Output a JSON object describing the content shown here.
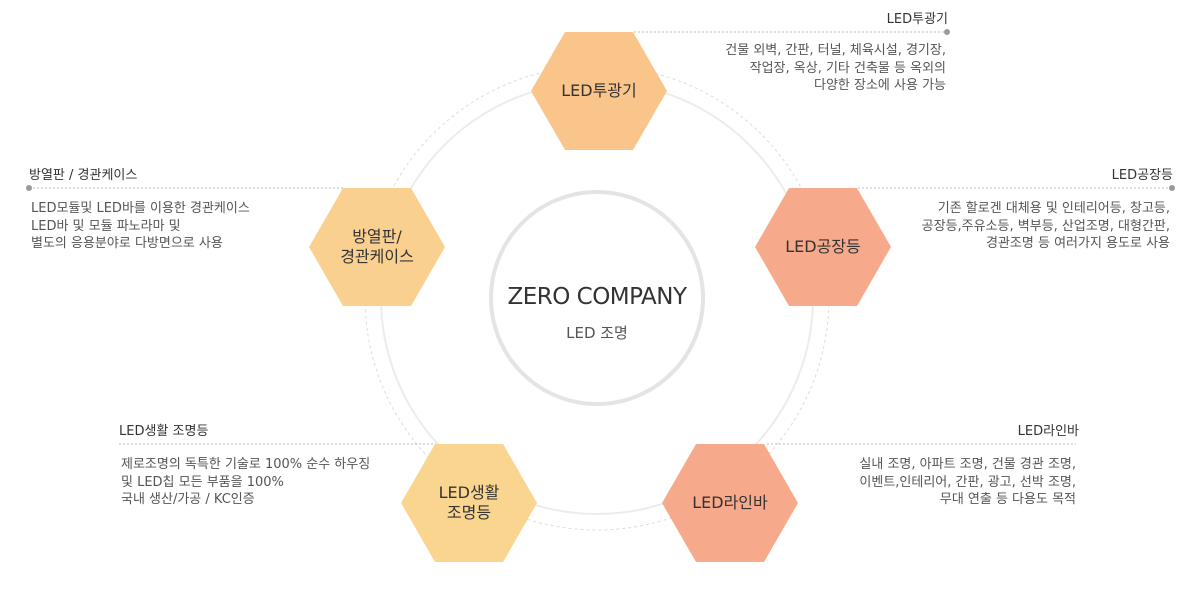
{
  "center": {
    "title": "ZERO COMPANY",
    "subtitle": "LED 조명"
  },
  "items": [
    {
      "hex_label": "LED투광기",
      "title": "LED투광기",
      "description": "건물 외벽, 간판, 터널, 체육시설, 경기장,\n작업장, 옥상, 기타 건축물 등 옥외의\n다양한 장소에 사용 가능",
      "color": "#f9c58b"
    },
    {
      "hex_label": "LED공장등",
      "title": "LED공장등",
      "description": "기존 할로겐 대체용 및 인테리어등, 창고등,\n공장등,주유소등, 벽부등, 산업조명, 대형간판,\n경관조명 등 여러가지 용도로 사용",
      "color": "#f7a98b"
    },
    {
      "hex_label": "LED라인바",
      "title": "LED라인바",
      "description": "실내 조명, 아파트 조명, 건물 경관 조명,\n이벤트,인테리어, 간판, 광고, 선박 조명,\n무대 연출 등 다용도 목적",
      "color": "#f7a98b"
    },
    {
      "hex_label": "LED생활\n조명등",
      "title": "LED생활 조명등",
      "description": "제로조명의 독특한 기술로 100% 순수 하우징\n및 LED칩 모든 부품을 100%\n국내 생산/가공 / KC인증",
      "color": "#fad58f"
    },
    {
      "hex_label": "방열판/\n경관케이스",
      "title": "방열판 / 경관케이스",
      "description": "LED모듈및 LED바를 이용한 경관케이스\nLED바 및 모듈 파노라마 및\n별도의 응용분야로 다방면으로 사용",
      "color": "#fad091"
    }
  ],
  "colors": {
    "ring": "#e4e4e4",
    "dashed_line": "#bbbbbb",
    "dot": "#9a9a9a"
  }
}
